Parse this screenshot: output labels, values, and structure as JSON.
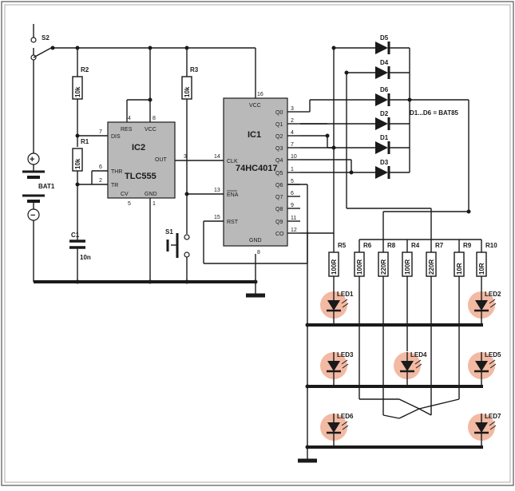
{
  "switch": {
    "name": "S2"
  },
  "button": {
    "name": "S1"
  },
  "battery": {
    "name": "BAT1"
  },
  "cap": {
    "name": "C1",
    "value": "10n"
  },
  "ic2": {
    "name": "IC2",
    "part": "TLC555",
    "pins": {
      "RES": "RES",
      "VCC": "VCC",
      "DIS": "DIS",
      "THR": "THR",
      "TR": "TR",
      "OUT": "OUT",
      "CV": "CV",
      "GND": "GND"
    },
    "nums": {
      "RES": "4",
      "VCC": "8",
      "DIS": "7",
      "THR": "6",
      "TR": "2",
      "OUT": "3",
      "CV": "5",
      "GND": "1"
    }
  },
  "ic1": {
    "name": "IC1",
    "part": "74HC4017",
    "left": {
      "VCC": "VCC",
      "CLK": "CLK",
      "ENA": "ENA",
      "RST": "RST",
      "GND": "GND"
    },
    "leftnums": {
      "VCC": "16",
      "CLK": "14",
      "ENA": "13",
      "RST": "15",
      "GND": "8"
    },
    "outs": [
      "Q0",
      "Q1",
      "Q2",
      "Q3",
      "Q4",
      "Q5",
      "Q6",
      "Q7",
      "Q8",
      "Q9",
      "CO"
    ],
    "outnums": [
      "3",
      "2",
      "4",
      "7",
      "10",
      "1",
      "5",
      "6",
      "9",
      "11",
      "12"
    ]
  },
  "resistors_left": [
    {
      "name": "R2",
      "value": "10k"
    },
    {
      "name": "R1",
      "value": "10k"
    },
    {
      "name": "R3",
      "value": "10k"
    }
  ],
  "resistors_right": [
    {
      "name": "R5",
      "value": "100R"
    },
    {
      "name": "R6",
      "value": "100R"
    },
    {
      "name": "R8",
      "value": "220R"
    },
    {
      "name": "R4",
      "value": "100R"
    },
    {
      "name": "R7",
      "value": "220R"
    },
    {
      "name": "R9",
      "value": "10R"
    },
    {
      "name": "R10",
      "value": "10R"
    }
  ],
  "diodes": [
    "D5",
    "D4",
    "D6",
    "D2",
    "D1",
    "D3"
  ],
  "diode_note": "D1...D6 = BAT85",
  "leds": [
    "LED1",
    "LED2",
    "LED3",
    "LED4",
    "LED5",
    "LED6",
    "LED7"
  ],
  "battery_signs": {
    "plus": "+",
    "minus": "−"
  }
}
